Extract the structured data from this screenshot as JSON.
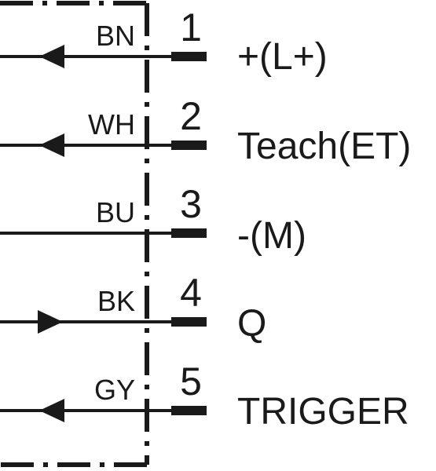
{
  "diagram": {
    "line_color": "#1a1a1a",
    "pins": [
      {
        "color_code": "BN",
        "pin": "1",
        "signal": "+(L+)",
        "arrow": "left"
      },
      {
        "color_code": "WH",
        "pin": "2",
        "signal": "Teach(ET)",
        "arrow": "left"
      },
      {
        "color_code": "BU",
        "pin": "3",
        "signal": "-(M)",
        "arrow": "none"
      },
      {
        "color_code": "BK",
        "pin": "4",
        "signal": "Q",
        "arrow": "right"
      },
      {
        "color_code": "GY",
        "pin": "5",
        "signal": "TRIGGER",
        "arrow": "left"
      }
    ]
  }
}
